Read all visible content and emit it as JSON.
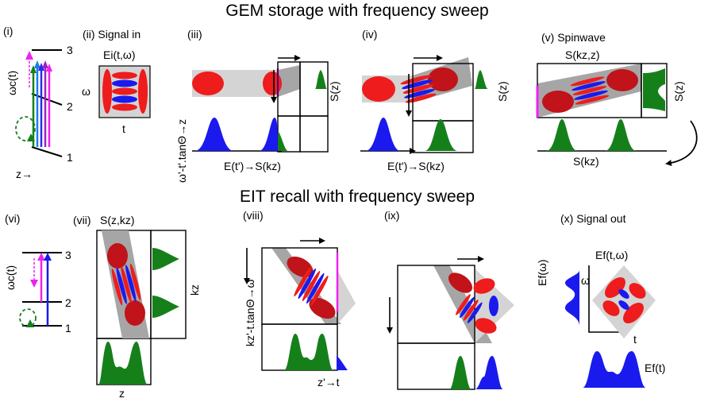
{
  "titles": {
    "top": "GEM storage with frequency sweep",
    "bottom": "EIT recall with frequency sweep"
  },
  "panels": {
    "i": "(i)",
    "ii": "(ii) Signal in",
    "iii": "(iii)",
    "iv": "(iv)",
    "v": "(v) Spinwave",
    "vi": "(vi)",
    "vii": "(vii)",
    "viii": "(viii)",
    "ix": "(ix)",
    "x": "(x) Signal out"
  },
  "levels": {
    "one": "1",
    "two": "2",
    "three": "3"
  },
  "labels": {
    "omega_c": "ωc(t)",
    "z_arrow": "z→",
    "ei": "Ei(t,ω)",
    "omega": "ω",
    "t": "t",
    "sz": "S(z)",
    "omega_axis": "ω'-t'.tanΘ→z",
    "e_to_s": "E(t')→S(kz)",
    "spinwave_szk": "S(kz,z)",
    "skz": "S(kz)",
    "szkz": "S(z,kz)",
    "kz": "kz",
    "z": "z",
    "kz_axis": "kz'-t.tanΘ→ω",
    "zt": "z'→t",
    "ef_omega": "Ef(ω)",
    "ef_t_omega": "Ef(t,ω)",
    "ef_t": "Ef(t)"
  },
  "colors": {
    "red": "#ee1c1c",
    "dark_red": "#c0131a",
    "blue": "#1a1aee",
    "green": "#15801a",
    "magenta": "#ee22ee",
    "gray": "#a6a6a6",
    "light_gray": "#d4d4d4"
  }
}
